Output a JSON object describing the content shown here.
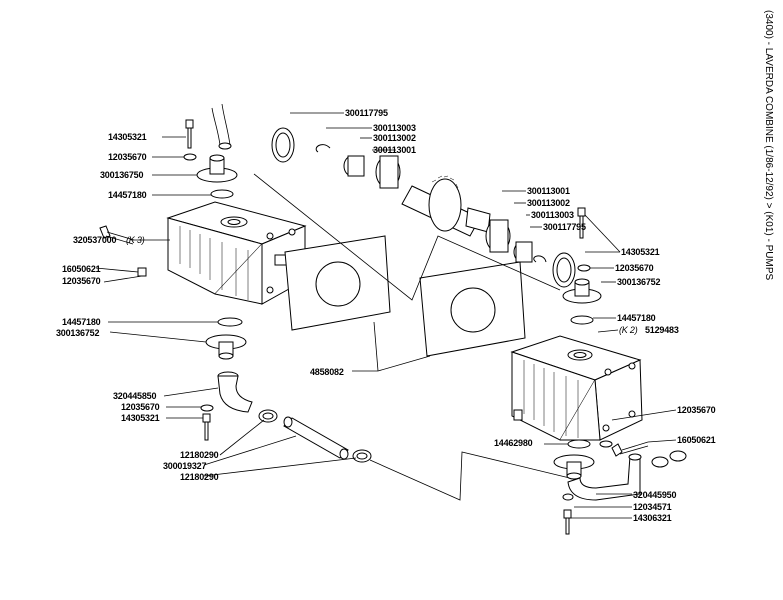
{
  "title": "(3400) - LAVERDA COMBINE (1/86-12/92) > (K01) - PUMPS",
  "labels": {
    "l_14305321_a": "14305321",
    "l_12035670_a": "12035670",
    "l_300136750": "300136750",
    "l_14457180_a": "14457180",
    "l_320537000": "320537000",
    "l_k3": "(K 3)",
    "l_16050621_a": "16050621",
    "l_12035670_b": "12035670",
    "l_14457180_b": "14457180",
    "l_300136752_a": "300136752",
    "l_320445850": "320445850",
    "l_12035670_c": "12035670",
    "l_14305321_b": "14305321",
    "l_12180290_a": "12180290",
    "l_300019327": "300019327",
    "l_12180290_b": "12180290",
    "l_4858082": "4858082",
    "l_300117795_a": "300117795",
    "l_300113003_a": "300113003",
    "l_300113002_a": "300113002",
    "l_300113001_a": "300113001",
    "l_300113001_b": "300113001",
    "l_300113002_b": "300113002",
    "l_300113003_b": "300113003",
    "l_300117795_b": "300117795",
    "l_14305321_c": "14305321",
    "l_12035670_d": "12035670",
    "l_300136752_b": "300136752",
    "l_14457180_c": "14457180",
    "l_k2": "(K 2)",
    "l_5129483": "5129483",
    "l_12035670_e": "12035670",
    "l_14462980": "14462980",
    "l_16050621_b": "16050621",
    "l_320445950": "320445950",
    "l_12034571": "12034571",
    "l_14306321": "14306321"
  }
}
